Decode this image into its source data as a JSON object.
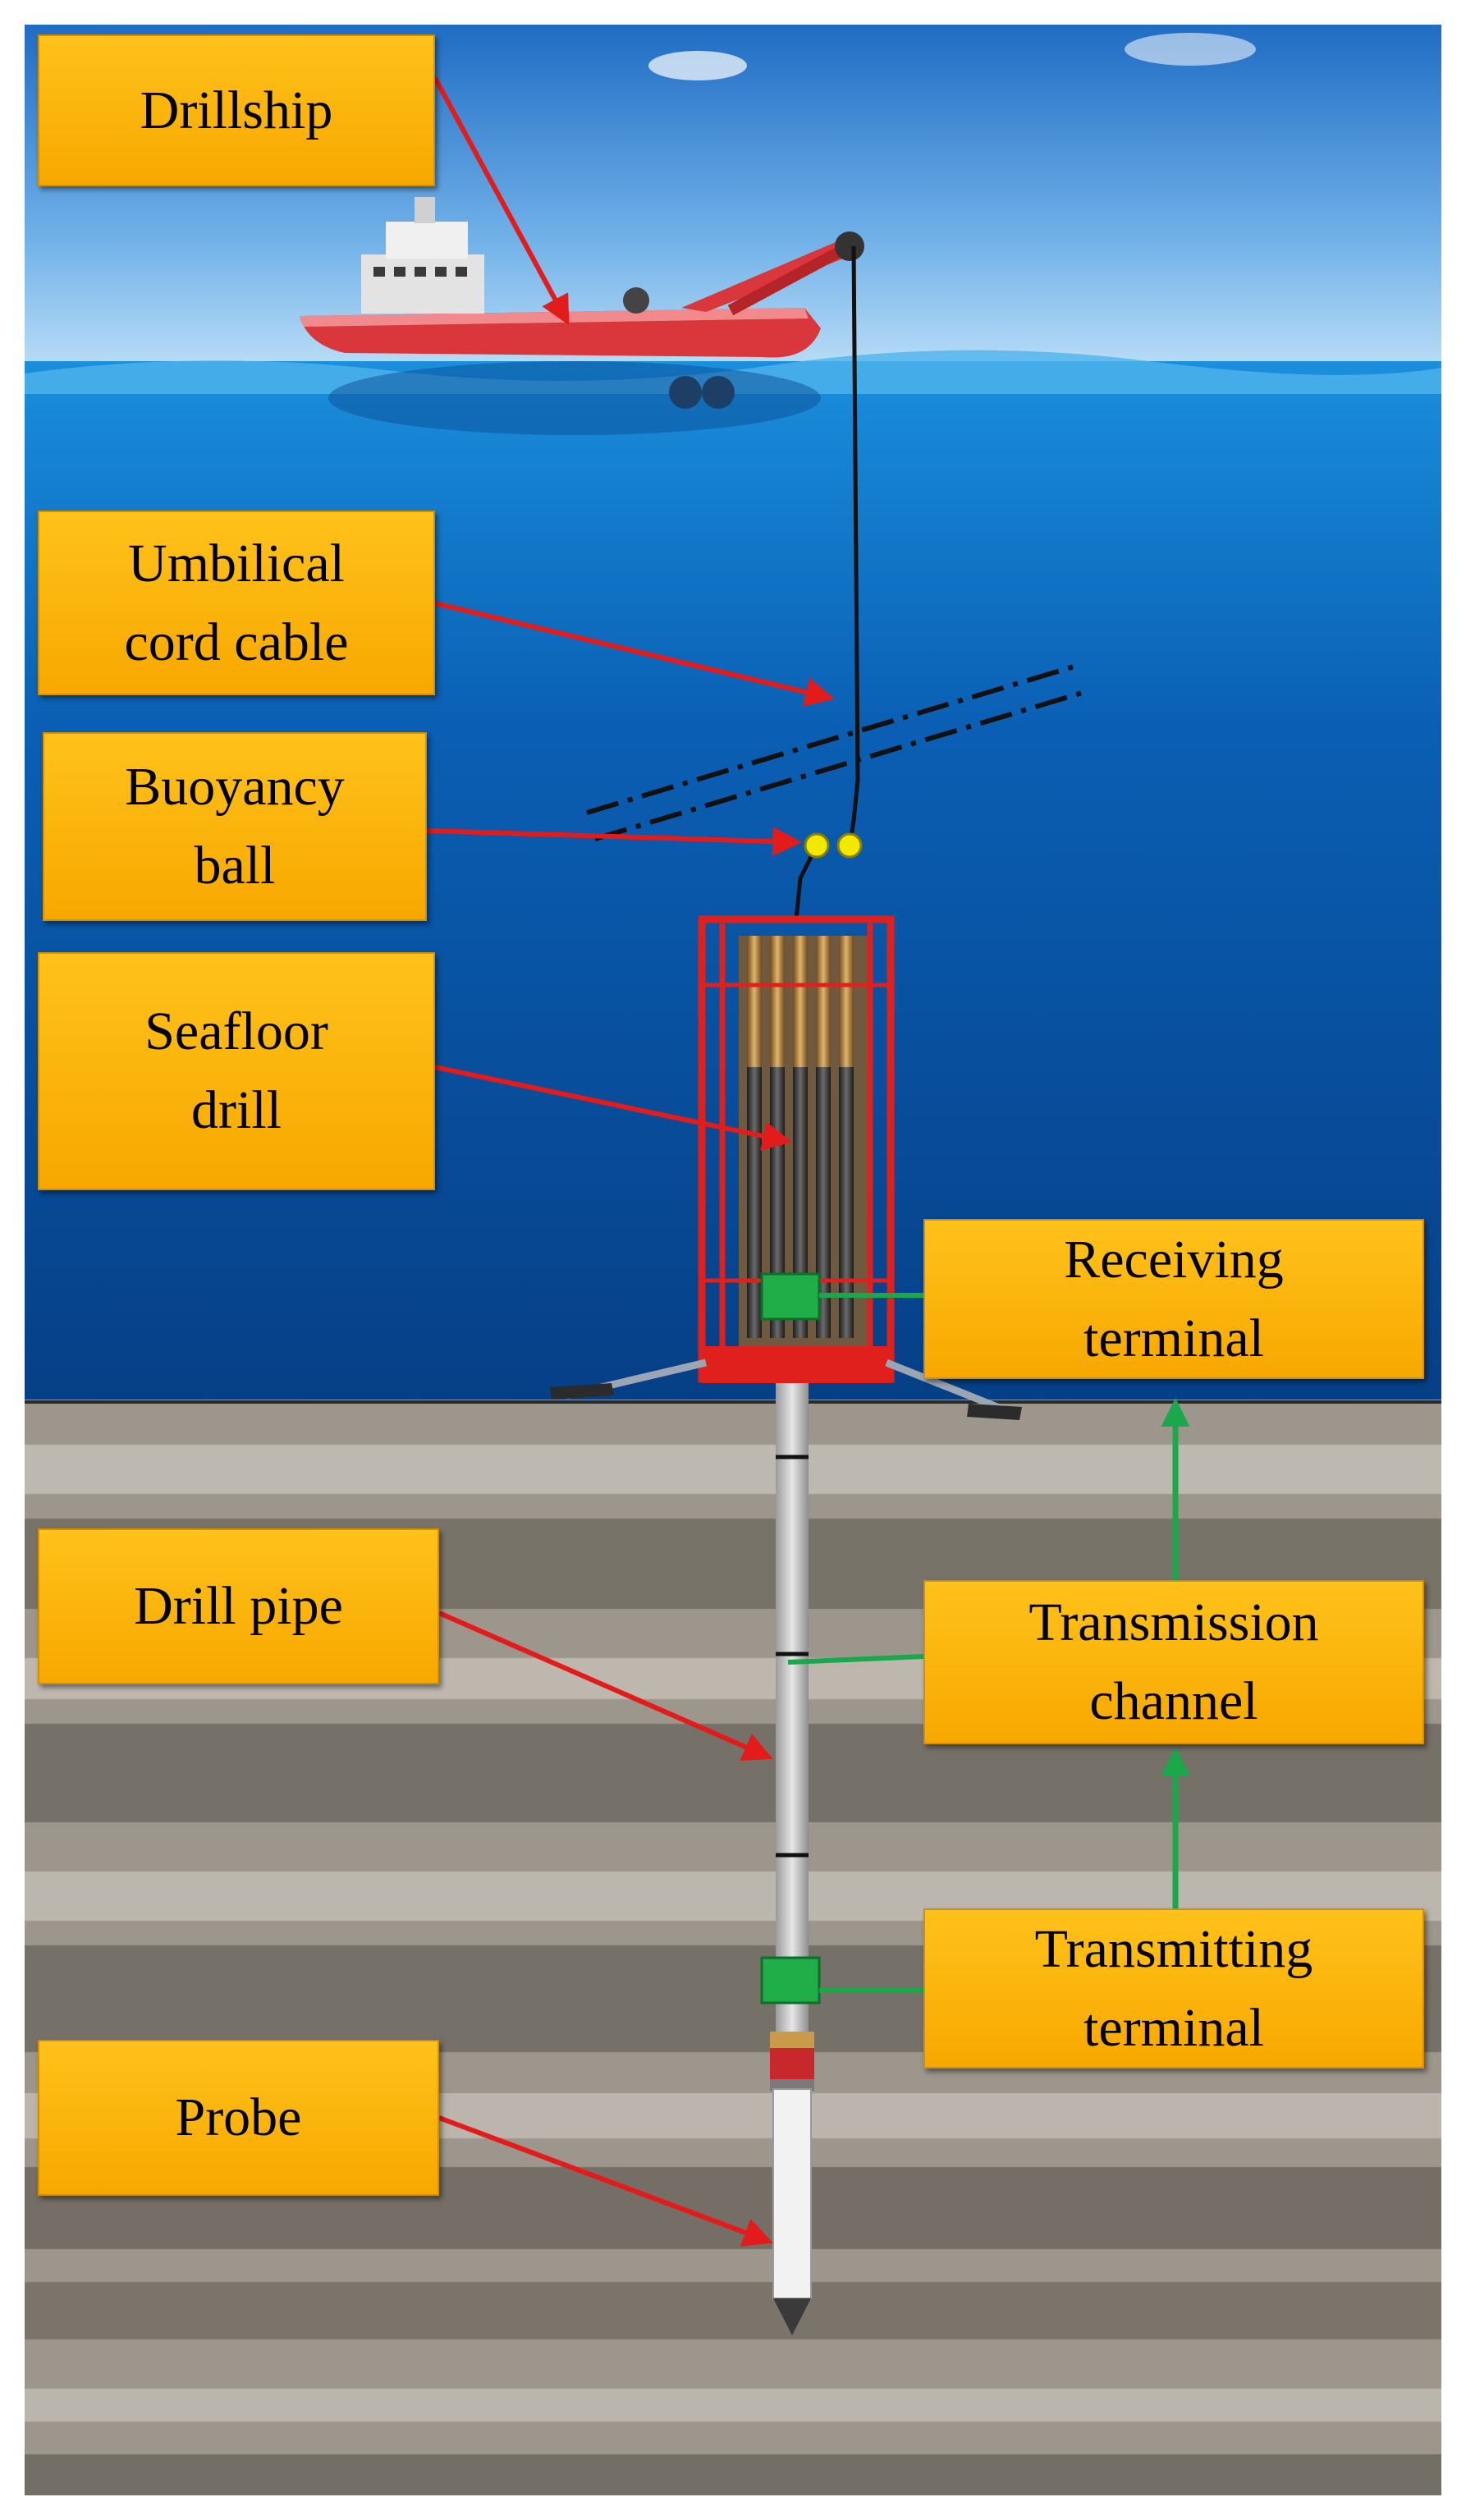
{
  "labels": {
    "drillship": "Drillship",
    "umbilical": "Umbilical\ncord cable",
    "buoyancy": "Buoyancy\nball",
    "seafloor_drill": "Seafloor\ndrill",
    "receiving": "Receiving\nterminal",
    "drill_pipe": "Drill pipe",
    "transmission": "Transmission\nchannel",
    "transmitting": "Transmitting\nterminal",
    "probe": "Probe"
  },
  "colors": {
    "label_fill": "#f8aa00",
    "pointer_arrow": "#e31b1b",
    "link_line": "#1aa84a",
    "frame": "#e0201c",
    "sky": "#2f7fd1",
    "sea": "#0a4fa0",
    "sediment": "#8a847c"
  },
  "icons": {
    "ship": "drillship-icon",
    "drill": "seafloor-drill-icon",
    "buoy": "buoyancy-ball-icon",
    "module": "terminal-module-icon",
    "probe": "probe-tip-icon"
  }
}
